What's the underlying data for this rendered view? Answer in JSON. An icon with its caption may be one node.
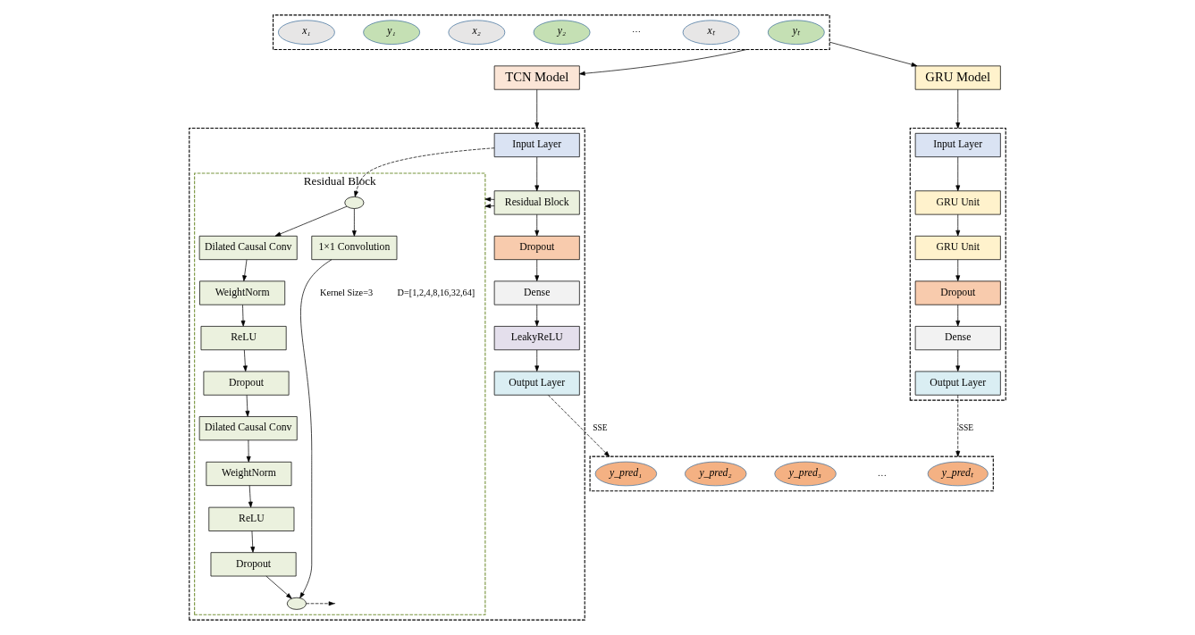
{
  "diagram": {
    "nodes": [
      {
        "text": [
          "TCN Model"
        ]
      },
      {
        "text": [],
        "shape": "box"
      },
      {
        "text": [
          "x₁"
        ],
        "in": 1
      },
      {
        "text": [
          "y₁"
        ],
        "in": 1
      },
      {
        "text": [
          "x₂"
        ],
        "in": 1
      },
      {
        "text": [
          "y₂"
        ],
        "in": 1
      },
      {
        "text": [
          "xₜ"
        ],
        "in": 1
      },
      {
        "text": [
          "yₜ"
        ],
        "in": 1
      },
      {
        "text": [
          "GRU Model"
        ]
      },
      {
        "text": [],
        "shape": "box"
      },
      {
        "text": [
          "Input Layer"
        ],
        "in": 9
      },
      {
        "text": [
          "Residual Block"
        ],
        "in": 9
      },
      {
        "text": [
          "Dropout"
        ],
        "in": 9
      },
      {
        "text": [
          "Dense"
        ],
        "in": 9
      },
      {
        "text": [
          "LeakyReLU"
        ],
        "in": 9
      },
      {
        "text": [
          "Output Layer"
        ],
        "in": 9
      },
      {
        "text": [
          "Residual Block"
        ],
        "in": 9
      },
      {
        "text": [],
        "shape": "circle",
        "in": 16
      },
      {
        "text": [
          "Dilated Causal Conv"
        ],
        "in": 16
      },
      {
        "text": [
          "WeightNorm"
        ],
        "in": 16
      },
      {
        "text": [
          "ReLU"
        ],
        "in": 16
      },
      {
        "text": [
          "Dropout"
        ],
        "in": 16
      },
      {
        "text": [
          "Dilated Causal Conv"
        ],
        "in": 16
      },
      {
        "text": [
          "WeightNorm"
        ],
        "in": 16
      },
      {
        "text": [
          "ReLU"
        ],
        "in": 16
      },
      {
        "text": [
          "Dropout"
        ],
        "in": 16
      },
      {
        "text": [
          "1×1 Convolution"
        ],
        "in": 16
      },
      {
        "text": [],
        "shape": "circle",
        "in": 16
      },
      {
        "text": [],
        "shape": "box"
      },
      {
        "text": [
          "Input Layer"
        ],
        "in": 28
      },
      {
        "text": [
          "GRU Unit"
        ],
        "in": 28
      },
      {
        "text": [
          "GRU Unit"
        ],
        "in": 28
      },
      {
        "text": [
          "Dropout"
        ],
        "in": 28
      },
      {
        "text": [
          "Dense"
        ],
        "in": 28
      },
      {
        "text": [
          "Output Layer"
        ],
        "in": 28
      },
      {
        "text": [],
        "shape": "box"
      },
      {
        "text": [
          "y_pred₁"
        ],
        "in": 35
      },
      {
        "text": [
          "y_pred₂"
        ],
        "in": 35
      },
      {
        "text": [
          "y_pred₃"
        ],
        "in": 35
      },
      {
        "text": [
          "y_predₜ"
        ],
        "in": 35
      }
    ],
    "edges": [
      {
        "from": 1,
        "to": 0,
        "arrow": "to"
      },
      {
        "from": 1,
        "to": 8,
        "arrow": "to"
      },
      {
        "from": 0,
        "to": 9,
        "arrow": "to"
      },
      {
        "from": 8,
        "to": 28,
        "arrow": "to"
      },
      {
        "from": 10,
        "to": 11,
        "arrow": "to"
      },
      {
        "from": 11,
        "to": 12,
        "arrow": "to"
      },
      {
        "from": 12,
        "to": 13,
        "arrow": "to"
      },
      {
        "from": 13,
        "to": 14,
        "arrow": "to"
      },
      {
        "from": 14,
        "to": 15,
        "arrow": "to"
      },
      {
        "from": 10,
        "to": 17,
        "arrow": "to",
        "style": "dashed"
      },
      {
        "from": 11,
        "to": 16,
        "arrow": "to"
      },
      {
        "from": 11,
        "to": 16,
        "arrow": "to"
      },
      {
        "from": 17,
        "to": 18,
        "arrow": "to"
      },
      {
        "from": 18,
        "to": 19,
        "arrow": "to"
      },
      {
        "from": 19,
        "to": 20,
        "arrow": "to"
      },
      {
        "from": 20,
        "to": 21,
        "arrow": "to"
      },
      {
        "from": 21,
        "to": 22,
        "arrow": "to"
      },
      {
        "from": 22,
        "to": 23,
        "arrow": "to"
      },
      {
        "from": 23,
        "to": 24,
        "arrow": "to"
      },
      {
        "from": 24,
        "to": 25,
        "arrow": "to"
      },
      {
        "from": 17,
        "to": 26,
        "arrow": "to"
      },
      {
        "from": 26,
        "to": 27,
        "arrow": "to"
      },
      {
        "from": 25,
        "to": 27,
        "arrow": "to"
      },
      {
        "from": 27,
        "to": null,
        "arrow": "to",
        "style": "dashed"
      },
      {
        "from": 29,
        "to": 30,
        "arrow": "to"
      },
      {
        "from": 30,
        "to": 31,
        "arrow": "to"
      },
      {
        "from": 31,
        "to": 32,
        "arrow": "to"
      },
      {
        "from": 32,
        "to": 33,
        "arrow": "to"
      },
      {
        "from": 33,
        "to": 34,
        "arrow": "to"
      },
      {
        "from": 15,
        "to": 35,
        "arrow": "to",
        "style": "dashed",
        "label": "SSE"
      },
      {
        "from": 34,
        "to": 35,
        "arrow": "to",
        "style": "dashed",
        "label": "SSE"
      }
    ],
    "labels": [
      "⋯",
      "Kernel Size=3",
      "D=[1,2,4,8,16,32,64]",
      "…"
    ]
  }
}
